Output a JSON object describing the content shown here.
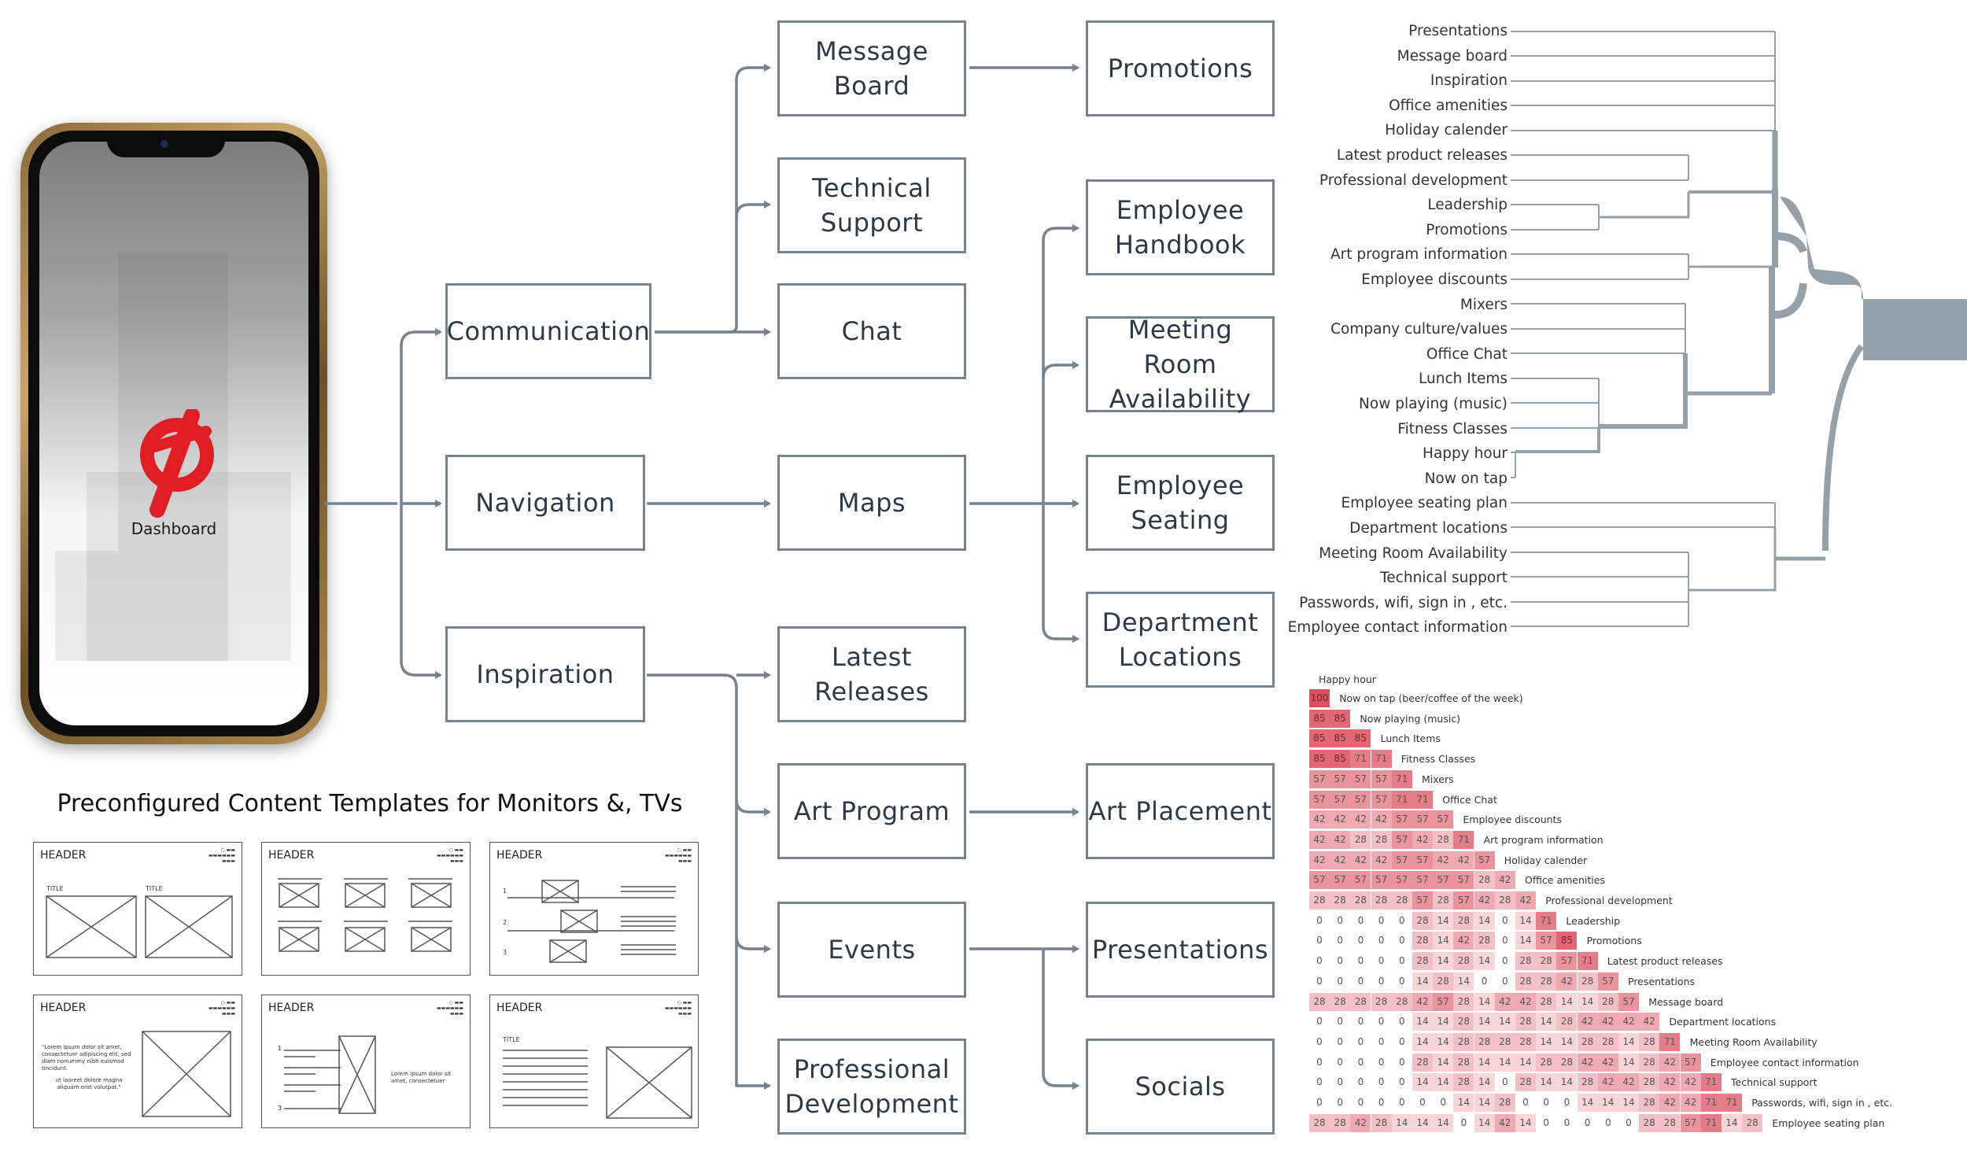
{
  "phone": {
    "label": "Dashboard"
  },
  "flow": {
    "communication": "Communication",
    "navigation": "Navigation",
    "inspiration": "Inspiration",
    "message_board": "Message\nBoard",
    "technical_support": "Technical\nSupport",
    "chat": "Chat",
    "maps": "Maps",
    "latest_releases": "Latest\nReleases",
    "art_program": "Art Program",
    "events": "Events",
    "professional_development": "Professional\nDevelopment",
    "promotions": "Promotions",
    "employee_handbook": "Employee\nHandbook",
    "meeting_room": "Meeting Room\nAvailability",
    "employee_seating": "Employee\nSeating",
    "department_locations": "Department\nLocations",
    "art_placement": "Art Placement",
    "presentations": "Presentations",
    "socials": "Socials"
  },
  "templates": {
    "title": "Preconfigured Content Templates for Monitors &, TVs",
    "header": "HEADER",
    "title_label": "TITLE",
    "lorem_left": "\"Lorem ipsum dolor sit amet, consectetuer adipiscing elit, sed diam nonummy nibh euismod tincidunt.",
    "lorem_left2": "ut laoreet dolore magna aliquam erat volutpat.\"",
    "lorem_right": "Lorem ipsum dolor sit amet, consectetuer"
  },
  "dendrogram": {
    "labels": [
      "Presentations",
      "Message board",
      "Inspiration",
      "Office amenities",
      "Holiday calender",
      "Latest product releases",
      "Professional development",
      "Leadership",
      "Promotions",
      "Art program information",
      "Employee discounts",
      "Mixers",
      "Company culture/values",
      "Office Chat",
      "Lunch Items",
      "Now playing (music)",
      "Fitness Classes",
      "Happy hour",
      "Now on tap",
      "Employee seating plan",
      "Department locations",
      "Meeting Room Availability",
      "Technical support",
      "Passwords, wifi, sign in , etc.",
      "Employee contact information"
    ]
  },
  "heatmap": {
    "top_label": "Happy hour",
    "labels": [
      "Now on tap (beer/coffee of the week)",
      "Now playing (music)",
      "Lunch Items",
      "Fitness Classes",
      "Mixers",
      "Office Chat",
      "Employee discounts",
      "Art program information",
      "Holiday calender",
      "Office amenities",
      "Professional development",
      "Leadership",
      "Promotions",
      "Latest product releases",
      "Presentations",
      "Message board",
      "Department locations",
      "Meeting Room Availability",
      "Employee contact information",
      "Technical support",
      "Passwords, wifi, sign in , etc.",
      "Employee seating plan"
    ],
    "rows": [
      [
        100
      ],
      [
        85,
        85
      ],
      [
        85,
        85,
        85
      ],
      [
        85,
        85,
        71,
        71
      ],
      [
        57,
        57,
        57,
        57,
        71
      ],
      [
        57,
        57,
        57,
        57,
        71,
        71
      ],
      [
        42,
        42,
        42,
        42,
        57,
        57,
        57
      ],
      [
        42,
        42,
        28,
        28,
        57,
        42,
        28,
        71
      ],
      [
        42,
        42,
        42,
        42,
        57,
        57,
        42,
        42,
        57
      ],
      [
        57,
        57,
        57,
        57,
        57,
        57,
        57,
        57,
        28,
        42
      ],
      [
        28,
        28,
        28,
        28,
        28,
        57,
        28,
        57,
        42,
        28,
        42
      ],
      [
        0,
        0,
        0,
        0,
        0,
        28,
        14,
        28,
        14,
        0,
        14,
        71
      ],
      [
        0,
        0,
        0,
        0,
        0,
        28,
        14,
        42,
        28,
        0,
        14,
        57,
        85
      ],
      [
        0,
        0,
        0,
        0,
        0,
        28,
        14,
        28,
        14,
        0,
        28,
        28,
        57,
        71
      ],
      [
        0,
        0,
        0,
        0,
        0,
        14,
        28,
        14,
        0,
        0,
        28,
        28,
        42,
        28,
        57
      ],
      [
        28,
        28,
        28,
        28,
        28,
        42,
        57,
        28,
        14,
        42,
        42,
        28,
        14,
        14,
        28,
        57
      ],
      [
        0,
        0,
        0,
        0,
        0,
        14,
        14,
        28,
        14,
        14,
        28,
        14,
        28,
        42,
        42,
        42,
        42
      ],
      [
        0,
        0,
        0,
        0,
        0,
        14,
        14,
        28,
        28,
        28,
        28,
        14,
        14,
        28,
        28,
        14,
        28,
        71
      ],
      [
        0,
        0,
        0,
        0,
        0,
        28,
        14,
        28,
        14,
        14,
        14,
        28,
        28,
        42,
        42,
        14,
        28,
        42,
        57
      ],
      [
        0,
        0,
        0,
        0,
        0,
        14,
        14,
        28,
        14,
        0,
        28,
        14,
        14,
        28,
        42,
        42,
        28,
        42,
        42,
        71
      ],
      [
        0,
        0,
        0,
        0,
        0,
        0,
        0,
        14,
        14,
        28,
        0,
        0,
        0,
        14,
        14,
        14,
        28,
        42,
        42,
        71,
        71
      ],
      [
        28,
        28,
        42,
        28,
        14,
        14,
        14,
        0,
        14,
        42,
        14,
        0,
        0,
        0,
        0,
        0,
        28,
        28,
        57,
        71,
        14,
        28
      ]
    ]
  }
}
